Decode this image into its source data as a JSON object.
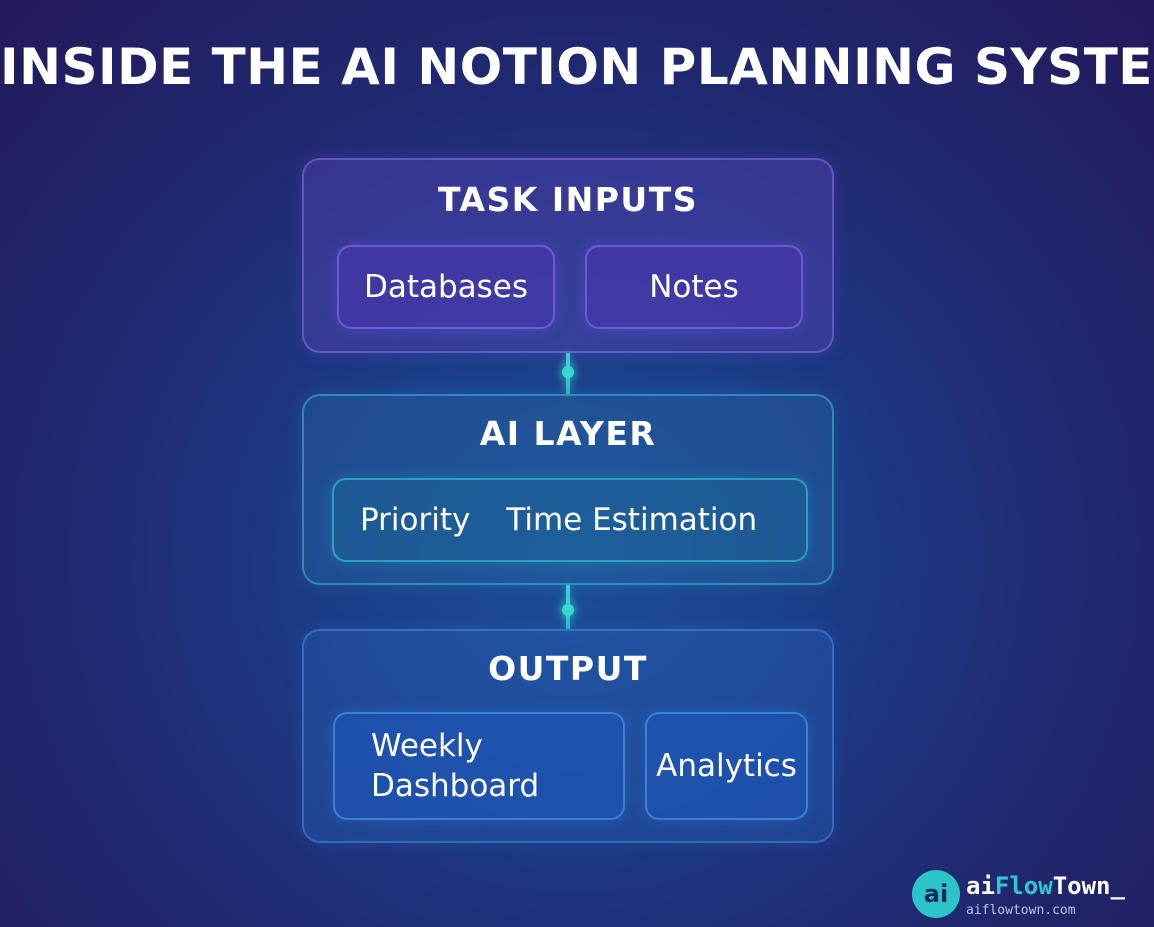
{
  "title": "INSIDE THE AI NOTION PLANNING SYSTEM",
  "panels": {
    "inputs": {
      "heading": "TASK INPUTS",
      "items": [
        "Databases",
        "Notes"
      ]
    },
    "ai": {
      "heading": "AI LAYER",
      "items": [
        "Priority",
        "Time Estimation"
      ]
    },
    "output": {
      "heading": "OUTPUT",
      "items": [
        "Weekly Dashboard",
        "Analytics"
      ]
    }
  },
  "brand": {
    "logo_text": "ai",
    "name_part1": "ai",
    "name_part2": "Flow",
    "name_part3": "Town_",
    "url": "aiflowtown.com"
  },
  "colors": {
    "accent_teal": "#34d9d0",
    "inputs_border": "#8c6eeb",
    "ai_border": "#3cbed2",
    "output_border": "#4696e6"
  }
}
